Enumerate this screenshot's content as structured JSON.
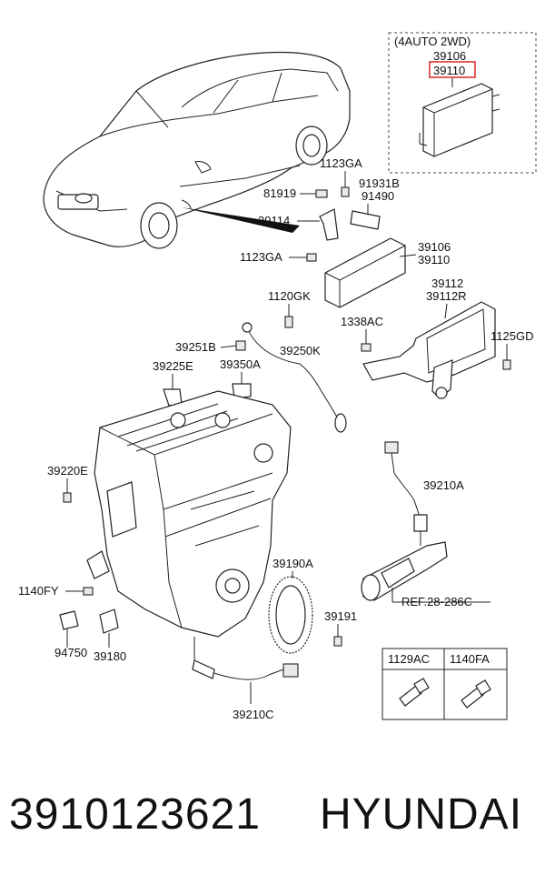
{
  "inset": {
    "title": "(4AUTO 2WD)",
    "part_top": "39106",
    "part_highlighted": "39110",
    "highlight_color": "#d93636"
  },
  "labels": {
    "l_1123GA_a": "1123GA",
    "l_81919": "81919",
    "l_91931B": "91931B",
    "l_91490": "91490",
    "l_39114": "39114",
    "l_1123GA_b": "1123GA",
    "l_39106": "39106",
    "l_39110": "39110",
    "l_1120GK": "1120GK",
    "l_1338AC": "1338AC",
    "l_39112": "39112",
    "l_39112R": "39112R",
    "l_1125GD": "1125GD",
    "l_39251B": "39251B",
    "l_39250K": "39250K",
    "l_39225E": "39225E",
    "l_39350A": "39350A",
    "l_39220E": "39220E",
    "l_39210A": "39210A",
    "l_39190A": "39190A",
    "l_1140FY": "1140FY",
    "l_REF": "REF.28-286C",
    "l_39191": "39191",
    "l_94750": "94750",
    "l_39180": "39180",
    "l_39210C": "39210C"
  },
  "fastener_table": {
    "col1": "1129AC",
    "col2": "1140FA"
  },
  "footer": {
    "part_number": "3910123621",
    "brand": "HYUNDAI"
  }
}
